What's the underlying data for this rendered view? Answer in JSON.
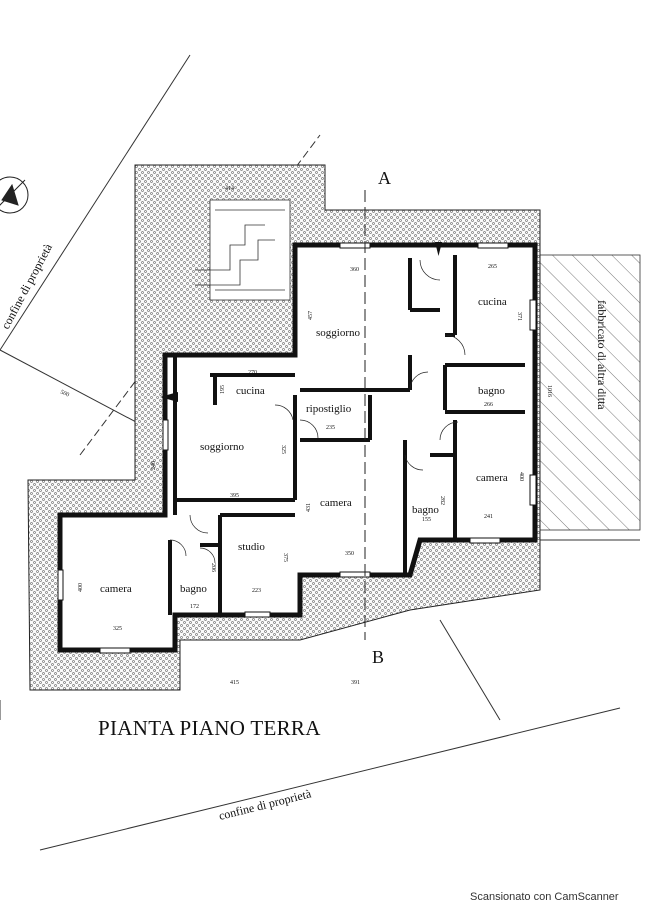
{
  "title": "PIANTA PIANO TERRA",
  "section_labels": {
    "a": "A",
    "b": "B"
  },
  "property_labels": {
    "left": "confine di proprietà",
    "bottom": "confine di proprietà"
  },
  "neighbor_label": "fabbricato di altra ditta",
  "rooms": {
    "soggiorno_right": "soggiorno",
    "cucina_right": "cucina",
    "bagno_right": "bagno",
    "camera_right": "camera",
    "bagno_small": "bagno",
    "ripostiglio": "ripostiglio",
    "cucina_left": "cucina",
    "soggiorno_left": "soggiorno",
    "camera_center": "camera",
    "studio": "studio",
    "bagno_left": "bagno",
    "camera_left": "camera"
  },
  "dimensions": {
    "d360": "360",
    "d265": "265",
    "d270": "270",
    "d235": "235",
    "d395": "395",
    "d350": "350",
    "d223": "223",
    "d325": "325",
    "d172": "172",
    "d155": "155",
    "d241": "241",
    "d266": "266",
    "d415": "415",
    "d391": "391",
    "d414": "414",
    "d500": "500",
    "d1016": "1016",
    "d457": "457",
    "d371": "371",
    "d400": "400",
    "d431": "431",
    "d400b": "400",
    "d325v": "325",
    "d282": "282",
    "d375": "375",
    "d206": "206",
    "d195": "195",
    "d240": "240"
  },
  "footer": "Scansionato con CamScanner"
}
